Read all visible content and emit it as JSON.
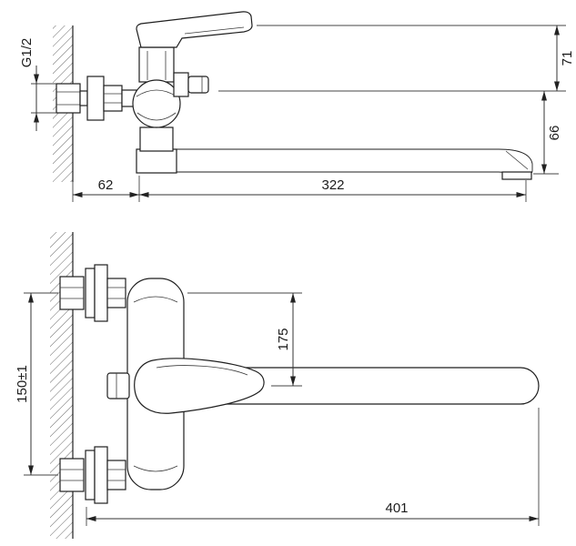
{
  "drawing": {
    "kind": "faucet-installation-dimension-drawing",
    "background": "#ffffff",
    "line_color": "#1f1f1f",
    "dimension_color": "#333333"
  },
  "dims": {
    "thread_label": "G1/2",
    "handle_height": "71",
    "spout_drop": "66",
    "wall_offset": "62",
    "spout_reach": "322",
    "spout_height": "175",
    "mount_spacing": "150±1",
    "overall_length": "401"
  }
}
